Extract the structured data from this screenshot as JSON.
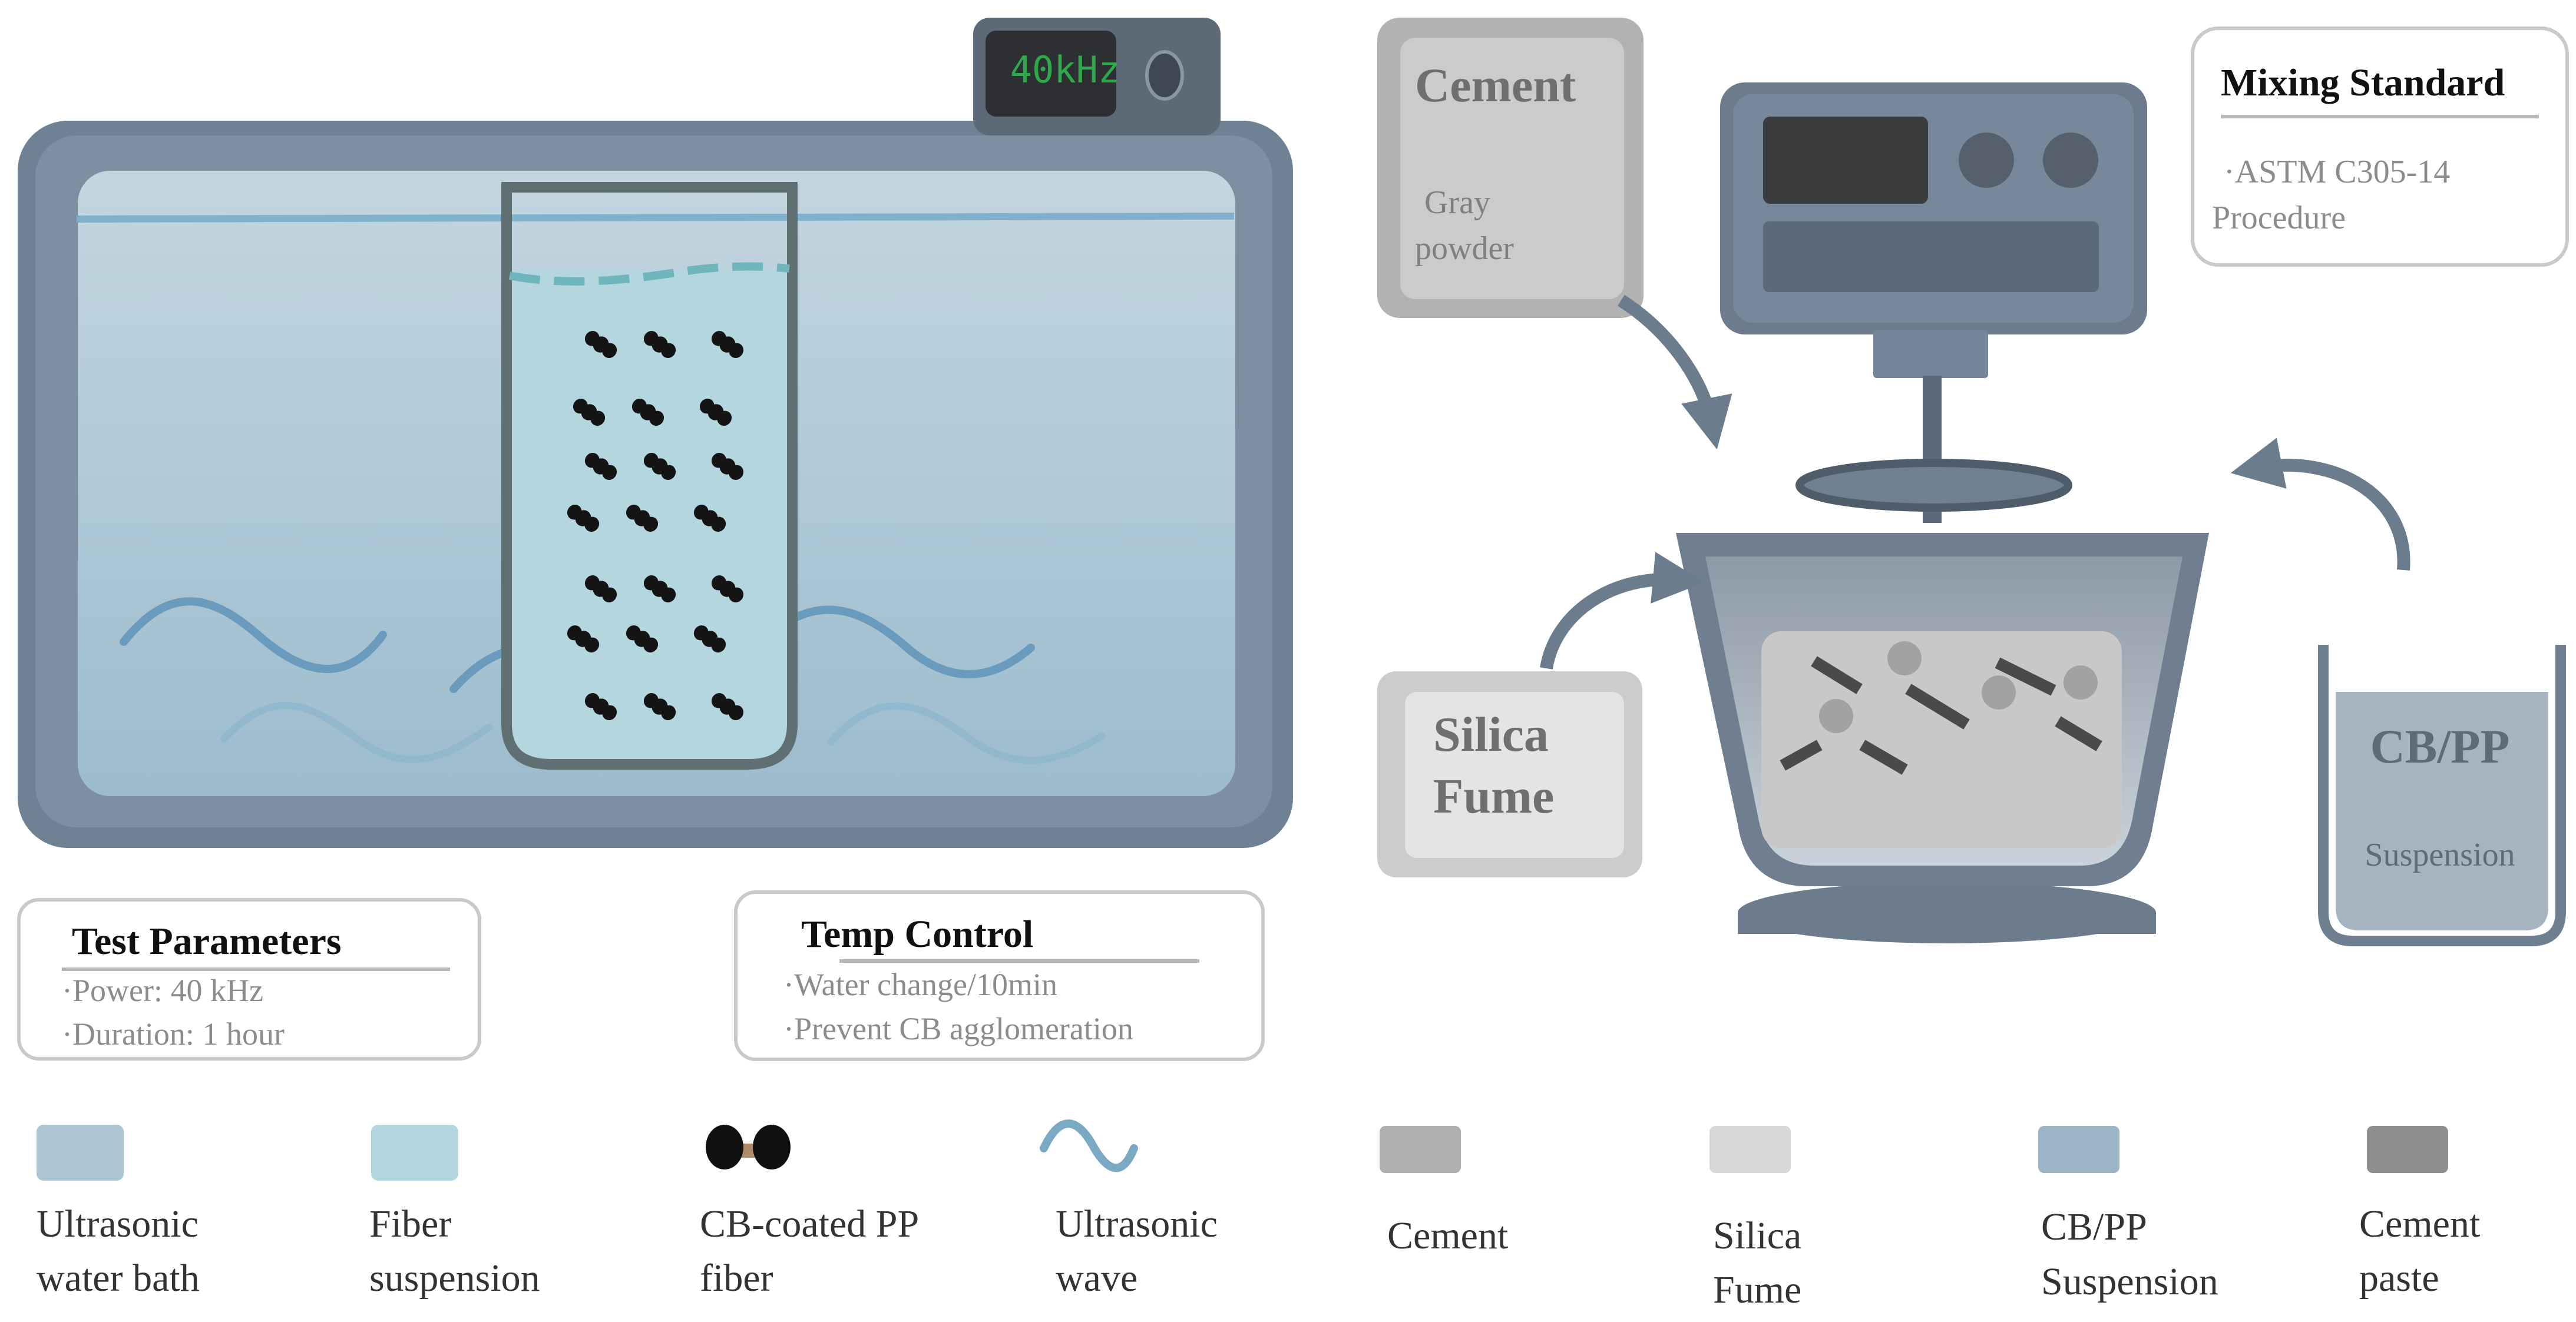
{
  "ultrasonic_bath": {
    "display": "40kHz"
  },
  "test_parameters": {
    "title": "Test Parameters",
    "lines": [
      "·Power: 40 kHz",
      "·Duration: 1 hour"
    ]
  },
  "temp_control": {
    "title": "Temp Control",
    "lines": [
      "·Water change/10min",
      "·Prevent CB agglomeration"
    ]
  },
  "mixing_standard": {
    "title": "Mixing Standard",
    "lines": [
      "·ASTM C305-14",
      "Procedure"
    ]
  },
  "cement_bag": {
    "title": "Cement",
    "lines": [
      "Gray",
      "powder"
    ]
  },
  "silica_fume_box": {
    "lines": [
      "Silica",
      "Fume"
    ]
  },
  "cbpp_beaker": {
    "title": "CB/PP",
    "subtitle": "Suspension"
  },
  "legend": [
    {
      "icon": "water-bath-swatch",
      "color": "#aec6d4",
      "lines": [
        "Ultrasonic",
        "water bath"
      ]
    },
    {
      "icon": "fiber-suspension-swatch",
      "color": "#b4d6de",
      "lines": [
        "Fiber",
        "suspension"
      ]
    },
    {
      "icon": "cb-fiber-icon",
      "color": "#111111",
      "lines": [
        "CB-coated PP",
        "fiber"
      ]
    },
    {
      "icon": "wave-icon",
      "color": "#7aa9c4",
      "lines": [
        "Ultrasonic",
        "wave"
      ]
    },
    {
      "icon": "cement-swatch",
      "color": "#b0b0b0",
      "lines": [
        "Cement"
      ]
    },
    {
      "icon": "silica-fume-swatch",
      "color": "#d8d8d8",
      "lines": [
        "Silica",
        "Fume"
      ]
    },
    {
      "icon": "cbpp-swatch",
      "color": "#9bb4c6",
      "lines": [
        "CB/PP",
        "Suspension"
      ]
    },
    {
      "icon": "cement-paste-swatch",
      "color": "#8e8e8e",
      "lines": [
        "Cement",
        "paste"
      ]
    }
  ]
}
